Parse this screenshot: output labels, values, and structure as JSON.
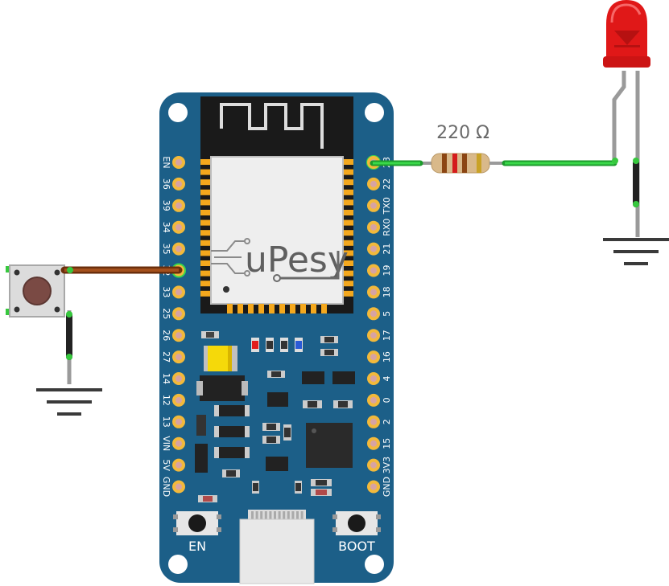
{
  "board": {
    "brand": "uPesy",
    "left_pins": [
      "EN",
      "36",
      "39",
      "34",
      "35",
      "32",
      "33",
      "25",
      "26",
      "27",
      "14",
      "12",
      "13",
      "VIN",
      "5V",
      "GND"
    ],
    "right_pins": [
      "23",
      "22",
      "TX0",
      "RX0",
      "21",
      "19",
      "18",
      "5",
      "17",
      "16",
      "4",
      "0",
      "2",
      "15",
      "3V3",
      "GND"
    ],
    "buttons": {
      "en": "EN",
      "boot": "BOOT"
    }
  },
  "resistor": {
    "label": "220 Ω"
  },
  "colors": {
    "board": "#1c5f88",
    "pin_pad": "#f2b93b",
    "wire_button": "#8b3a0f",
    "wire_led": "#22c55e",
    "led": "#e11d1d",
    "ground": "#3a3a3a"
  }
}
